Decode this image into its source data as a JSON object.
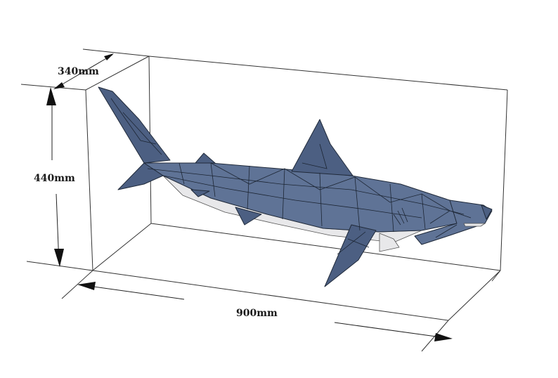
{
  "dimensions": {
    "depth_label": "340mm",
    "height_label": "440mm",
    "length_label": "900mm"
  },
  "colors": {
    "shark_body": "#5f7396",
    "shark_belly": "#e8e8ea",
    "outline": "#202a3a"
  },
  "subject_icon": "hammerhead-shark-lowpoly-model"
}
